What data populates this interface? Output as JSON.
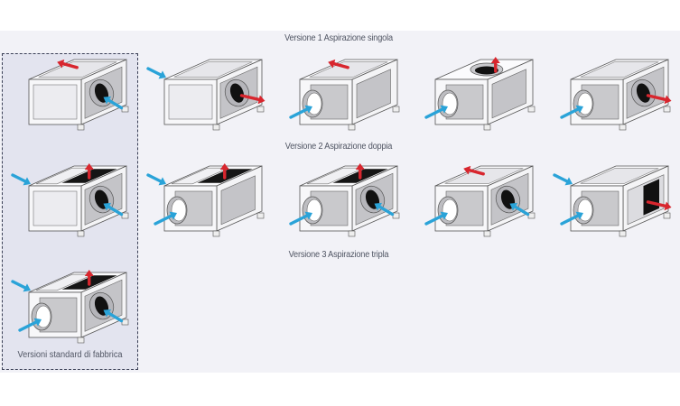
{
  "titles": {
    "row1": "Versione 1 Aspirazione singola",
    "row2": "Versione 2 Aspirazione doppia",
    "row3": "Versione 3 Aspirazione tripla",
    "standard_group": "Versioni standard di fabbrica"
  },
  "colors": {
    "inlet_arrow": "#2aa3d8",
    "outlet_arrow": "#d8262e",
    "panel_background": "#f2f2f7",
    "standard_group_background": "#e3e4ef"
  },
  "legend": {
    "inlet": "inlet-arrow (blue)",
    "outlet": "outlet-arrow (red)"
  },
  "configurations": [
    {
      "id": "v1-std",
      "row": 1,
      "col": 0,
      "standard": true,
      "front": "open",
      "side": "duct-dark",
      "top": "open",
      "inlets": [
        "side"
      ],
      "outlets": [
        "top-back"
      ]
    },
    {
      "id": "v1-a",
      "row": 1,
      "col": 1,
      "standard": false,
      "front": "open",
      "side": "duct-dark",
      "top": "open",
      "inlets": [
        "top-left"
      ],
      "outlets": [
        "side"
      ]
    },
    {
      "id": "v1-b",
      "row": 1,
      "col": 2,
      "standard": false,
      "front": "duct",
      "side": "panel",
      "top": "open",
      "inlets": [
        "front"
      ],
      "outlets": [
        "top-back"
      ]
    },
    {
      "id": "v1-c",
      "row": 1,
      "col": 3,
      "standard": false,
      "front": "duct",
      "side": "panel",
      "top": "round-outlet",
      "inlets": [
        "front"
      ],
      "outlets": [
        "top"
      ]
    },
    {
      "id": "v1-d",
      "row": 1,
      "col": 4,
      "standard": false,
      "front": "duct",
      "side": "duct-dark",
      "top": "open",
      "inlets": [
        "front"
      ],
      "outlets": [
        "side"
      ]
    },
    {
      "id": "v2-std",
      "row": 2,
      "col": 0,
      "standard": true,
      "front": "open",
      "side": "duct-dark",
      "top": "slot-outlet",
      "inlets": [
        "top-left",
        "side"
      ],
      "outlets": [
        "top"
      ]
    },
    {
      "id": "v2-a",
      "row": 2,
      "col": 1,
      "standard": false,
      "front": "duct",
      "side": "panel",
      "top": "slot-outlet",
      "inlets": [
        "top-left",
        "front"
      ],
      "outlets": [
        "top"
      ]
    },
    {
      "id": "v2-b",
      "row": 2,
      "col": 2,
      "standard": false,
      "front": "duct",
      "side": "duct-dark",
      "top": "slot-outlet",
      "inlets": [
        "front",
        "side"
      ],
      "outlets": [
        "top"
      ]
    },
    {
      "id": "v2-c",
      "row": 2,
      "col": 3,
      "standard": false,
      "front": "duct",
      "side": "duct-dark",
      "top": "open",
      "inlets": [
        "front",
        "side"
      ],
      "outlets": [
        "top-back"
      ]
    },
    {
      "id": "v2-d",
      "row": 2,
      "col": 4,
      "standard": false,
      "front": "duct",
      "side": "slot-side",
      "top": "open",
      "inlets": [
        "top-left",
        "front"
      ],
      "outlets": [
        "side"
      ]
    },
    {
      "id": "v3-std",
      "row": 3,
      "col": 0,
      "standard": true,
      "front": "duct",
      "side": "duct-dark",
      "top": "slot-outlet",
      "inlets": [
        "top-left",
        "front",
        "side"
      ],
      "outlets": [
        "top"
      ]
    }
  ]
}
